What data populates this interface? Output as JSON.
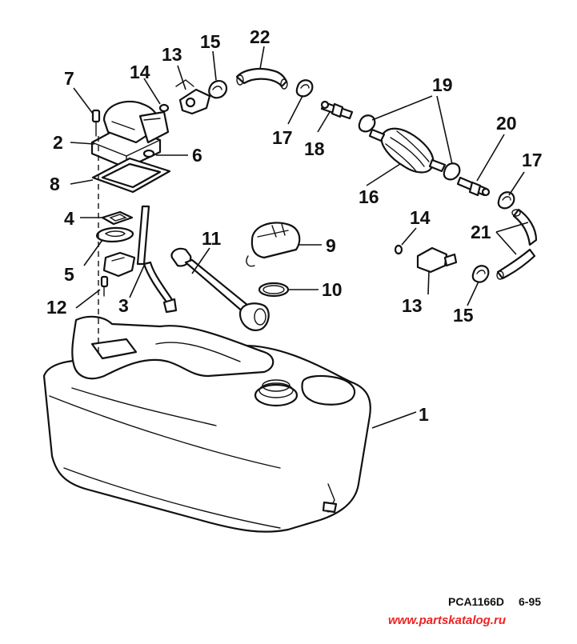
{
  "diagram": {
    "callouts": [
      {
        "key": "c1",
        "label": "1"
      },
      {
        "key": "c2",
        "label": "2"
      },
      {
        "key": "c3",
        "label": "3"
      },
      {
        "key": "c4",
        "label": "4"
      },
      {
        "key": "c5",
        "label": "5"
      },
      {
        "key": "c6",
        "label": "6"
      },
      {
        "key": "c7",
        "label": "7"
      },
      {
        "key": "c8",
        "label": "8"
      },
      {
        "key": "c9",
        "label": "9"
      },
      {
        "key": "c10",
        "label": "10"
      },
      {
        "key": "c11",
        "label": "11"
      },
      {
        "key": "c12",
        "label": "12"
      },
      {
        "key": "c13a",
        "label": "13"
      },
      {
        "key": "c13b",
        "label": "13"
      },
      {
        "key": "c14a",
        "label": "14"
      },
      {
        "key": "c14b",
        "label": "14"
      },
      {
        "key": "c15a",
        "label": "15"
      },
      {
        "key": "c15b",
        "label": "15"
      },
      {
        "key": "c16",
        "label": "16"
      },
      {
        "key": "c17a",
        "label": "17"
      },
      {
        "key": "c17b",
        "label": "17"
      },
      {
        "key": "c18",
        "label": "18"
      },
      {
        "key": "c19",
        "label": "19"
      },
      {
        "key": "c20",
        "label": "20"
      },
      {
        "key": "c21",
        "label": "21"
      },
      {
        "key": "c22",
        "label": "22"
      }
    ],
    "caption_code": "PCA1166D",
    "caption_date": "6-95",
    "watermark": "www.partskatalog.ru"
  }
}
